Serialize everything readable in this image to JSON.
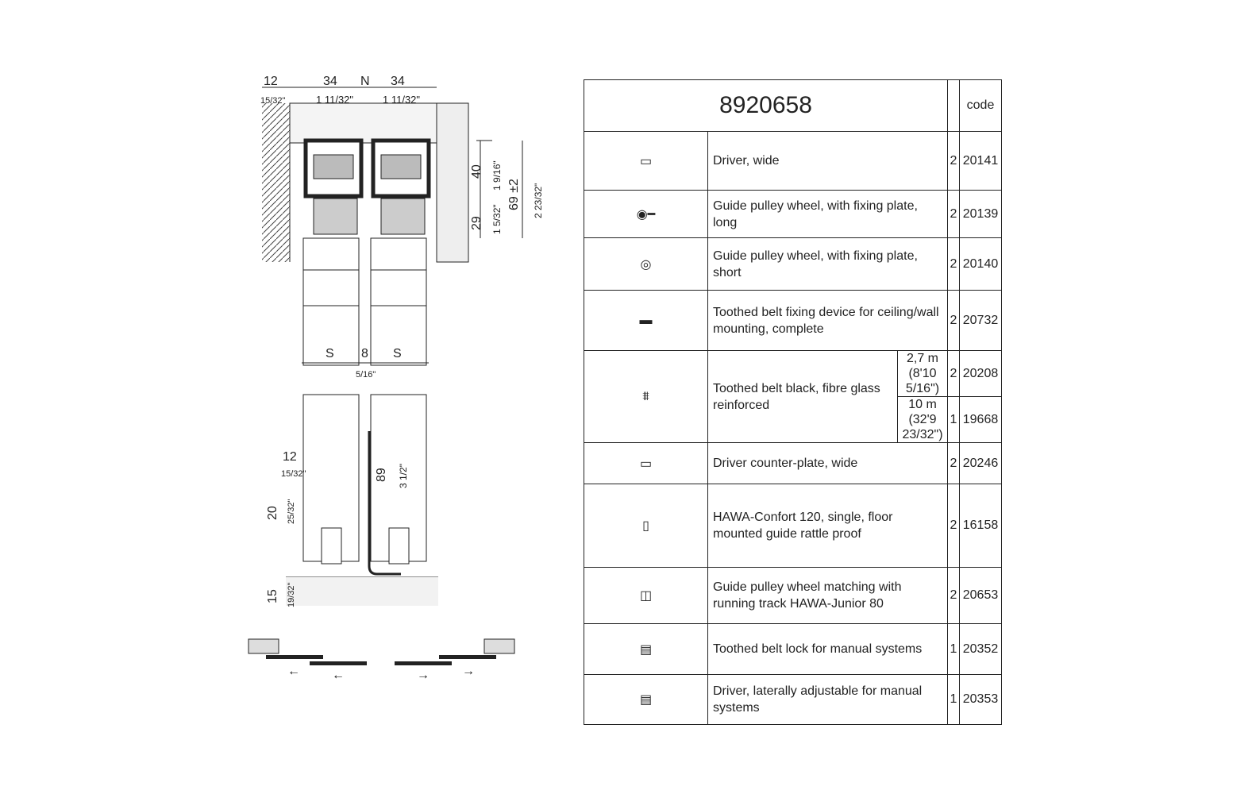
{
  "diagram": {
    "top_dims": [
      "12",
      "34",
      "N",
      "34"
    ],
    "top_fracs": [
      "15/32\"",
      "1 11/32\"",
      "1 11/32\""
    ],
    "side_dims": [
      "40",
      "1 9/16\"",
      "29",
      "1 5/32\"",
      "69 ±2",
      "2 23/32\""
    ],
    "bottom_dims": [
      "S",
      "8",
      "S",
      "5/16\""
    ],
    "floor_dims": [
      "12",
      "15/32\"",
      "20",
      "25/32\"",
      "89",
      "3 1/2\"",
      "15",
      "19/32\""
    ]
  },
  "table": {
    "article": "8920658",
    "code_header": "code",
    "rows": [
      {
        "icon": "driver-wide",
        "desc": "Driver, wide",
        "qty": "2",
        "code": "20141"
      },
      {
        "icon": "guide-pulley-long",
        "desc": "Guide pulley wheel, with fixing plate, long",
        "qty": "2",
        "code": "20139"
      },
      {
        "icon": "guide-pulley-short",
        "desc": "Guide pulley wheel, with fixing plate, short",
        "qty": "2",
        "code": "20140"
      },
      {
        "icon": "belt-fixing-device",
        "desc": "Toothed belt fixing device for ceiling/wall mounting, complete",
        "qty": "2",
        "code": "20732"
      },
      {
        "icon": "toothed-belt",
        "desc": "Toothed belt black, fibre glass reinforced",
        "variants": [
          {
            "length": "2,7 m",
            "imperial": "(8'10 5/16\")",
            "qty": "2",
            "code": "20208"
          },
          {
            "length": "10 m",
            "imperial": "(32'9 23/32\")",
            "qty": "1",
            "code": "19668"
          }
        ]
      },
      {
        "icon": "driver-counter-plate",
        "desc": "Driver counter-plate, wide",
        "qty": "2",
        "code": "20246"
      },
      {
        "icon": "floor-guide",
        "desc": "HAWA-Confort 120, single, floor mounted guide rattle proof",
        "qty": "2",
        "code": "16158"
      },
      {
        "icon": "guide-pulley-junior",
        "desc": "Guide pulley wheel matching with running track HAWA-Junior 80",
        "qty": "2",
        "code": "20653"
      },
      {
        "icon": "belt-lock",
        "desc": "Toothed belt lock for manual systems",
        "qty": "1",
        "code": "20352"
      },
      {
        "icon": "driver-adjustable",
        "desc": "Driver, laterally adjustable for manual systems",
        "qty": "1",
        "code": "20353"
      }
    ]
  }
}
